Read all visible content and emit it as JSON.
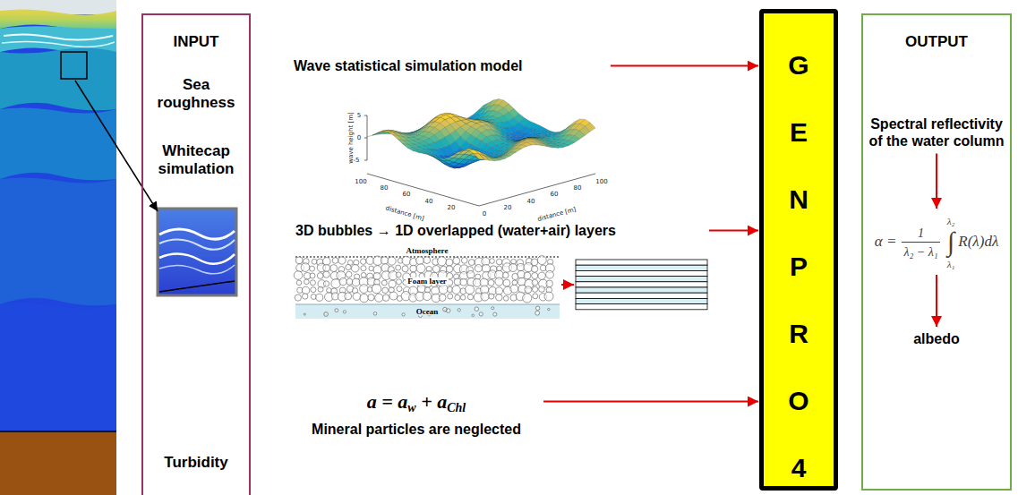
{
  "diagram": {
    "nodes": [
      {
        "text": [
          "INPUT",
          "Sea roughness",
          "Whitecap simulation",
          "Turbidity"
        ]
      },
      {
        "text": [
          "Wave statistical simulation model"
        ]
      },
      {
        "text": [
          "3D bubbles → 1D overlapped (water+air) layers"
        ]
      },
      {
        "text": [
          "a = a",
          "w",
          "+ a",
          "Chl",
          "Mineral particles are neglected"
        ]
      },
      {
        "text": [
          "GENPRO4"
        ]
      },
      {
        "text": [
          "OUTPUT"
        ]
      },
      {
        "text": [
          "Spectral reflectivity of the water column"
        ],
        "in": 5
      },
      {
        "text": [
          "α =",
          "1",
          "λ₂ − λ₁",
          "λ₂",
          "∫",
          "λ₁",
          "R(λ)dλ"
        ],
        "in": 5
      },
      {
        "text": [
          "albedo"
        ],
        "in": 5
      }
    ],
    "edges": [
      {
        "from": 1,
        "to": 4,
        "arrow": "to"
      },
      {
        "from": 2,
        "to": 4,
        "arrow": "to"
      },
      {
        "from": 3,
        "to": 4,
        "arrow": "to"
      },
      {
        "from": 6,
        "to": 7,
        "arrow": "to"
      },
      {
        "from": 7,
        "to": 8,
        "arrow": "to"
      }
    ],
    "labels": [
      "wave height [m]",
      "5",
      "0",
      "-5",
      "100",
      "80",
      "60",
      "40",
      "20",
      "distance [m]",
      "0",
      "20",
      "40",
      "60",
      "80",
      "100",
      "distance [m]",
      "Atmosphere",
      "Foam layer",
      "Ocean"
    ]
  }
}
